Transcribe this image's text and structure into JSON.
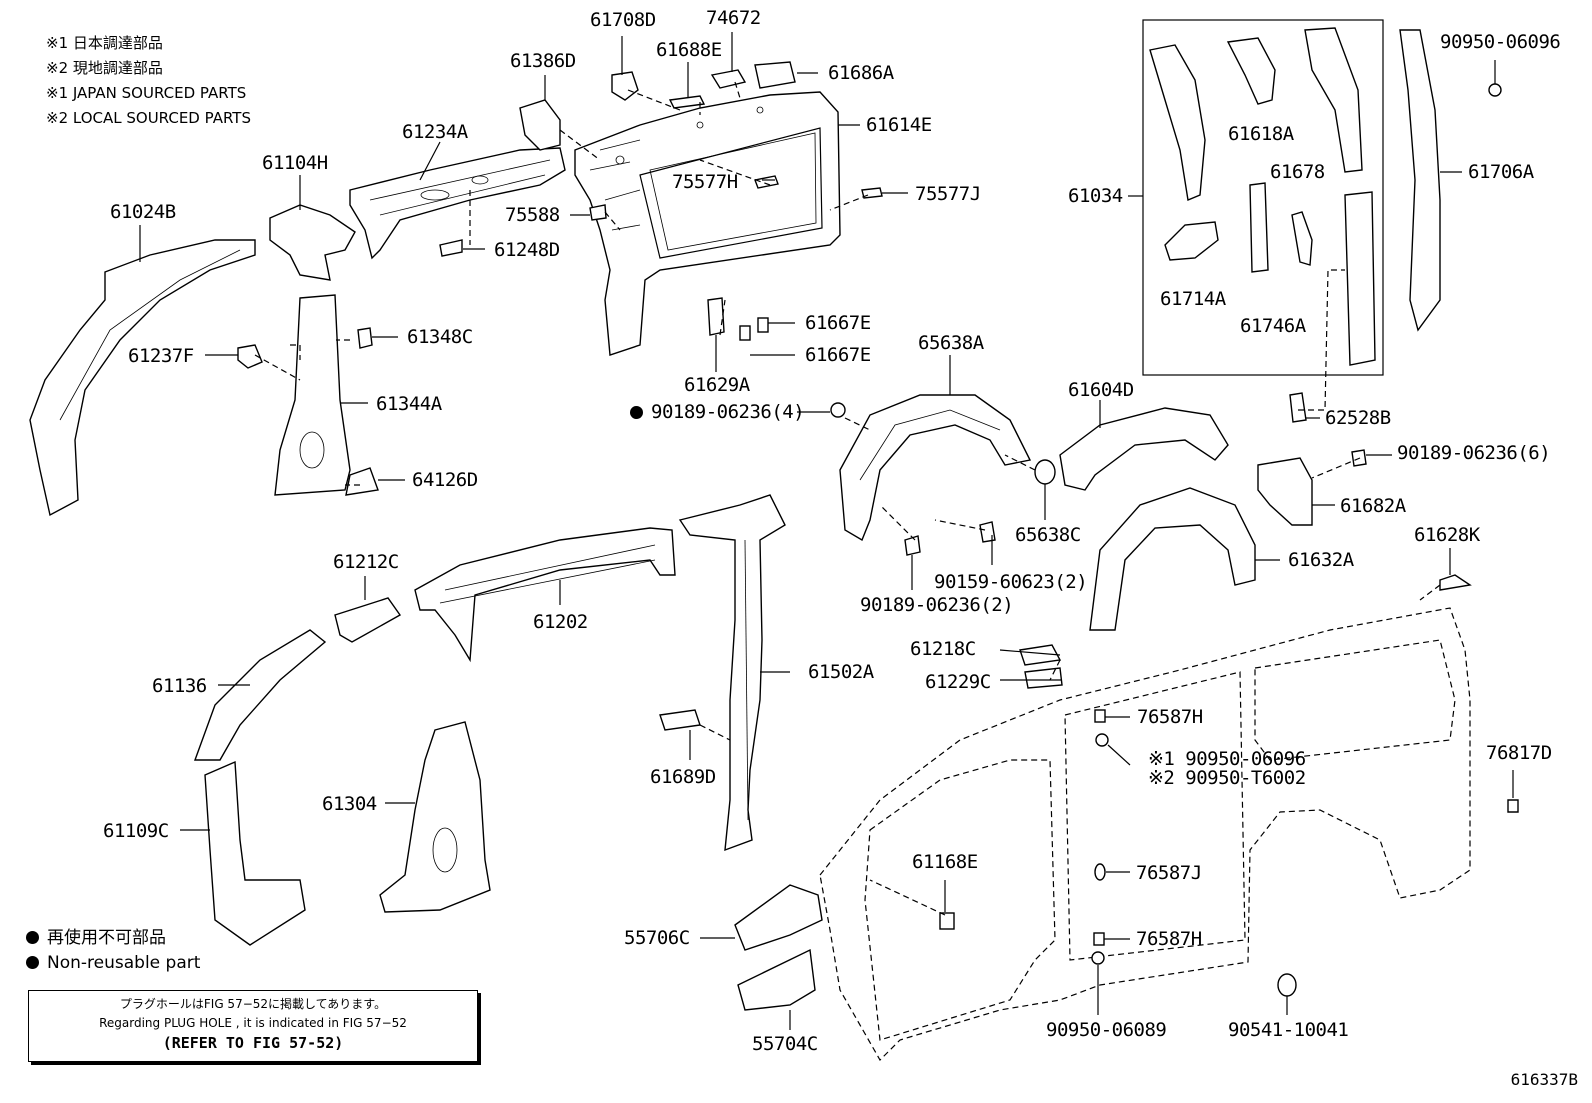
{
  "notes": {
    "jp1": "※1  日本調達部品",
    "jp2": "※2  現地調達部品",
    "en1": "※1  JAPAN SOURCED PARTS",
    "en2": "※2  LOCAL SOURCED PARTS"
  },
  "legend": {
    "jp": "再使用不可部品",
    "en": "Non-reusable part"
  },
  "plug_note": {
    "line1": "プラグホールはFIG 57−52に掲載してあります。",
    "line2": "Regarding  PLUG  HOLE , it is indicated in FIG  57−52",
    "line3": "(REFER TO FIG 57-52)"
  },
  "figure_number": "616337B",
  "parts": {
    "p61708D": "61708D",
    "p74672": "74672",
    "p61688E": "61688E",
    "p61686A": "61686A",
    "p61386D": "61386D",
    "p61614E": "61614E",
    "p61234A": "61234A",
    "p61104H": "61104H",
    "p61024B": "61024B",
    "p75577H": "75577H",
    "p75577J": "75577J",
    "p75588": "75588",
    "p61248D": "61248D",
    "p61348C": "61348C",
    "p61237F": "61237F",
    "p61344A": "61344A",
    "p64126D": "64126D",
    "p61667E_1": "61667E",
    "p61667E_2": "61667E",
    "p61629A": "61629A",
    "p90189_4": "90189-06236(4)",
    "p65638A": "65638A",
    "p61604D": "61604D",
    "p65638C": "65638C",
    "p90159": "90159-60623(2)",
    "p90189_2": "90189-06236(2)",
    "p61632A": "61632A",
    "p61034": "61034",
    "p61618A": "61618A",
    "p61678": "61678",
    "p61714A": "61714A",
    "p61746A": "61746A",
    "p90950_06096_top": "90950-06096",
    "p61706A": "61706A",
    "p62528B": "62528B",
    "p90189_6": "90189-06236(6)",
    "p61682A": "61682A",
    "p61628K": "61628K",
    "p61212C": "61212C",
    "p61202": "61202",
    "p61136": "61136",
    "p61502A": "61502A",
    "p61218C": "61218C",
    "p61229C": "61229C",
    "p76587H_1": "76587H",
    "p90950_06096_mid": "※1 90950-06096",
    "p90950_T6002": "※2 90950-T6002",
    "p61689D": "61689D",
    "p61304": "61304",
    "p61109C": "61109C",
    "p61168E": "61168E",
    "p76587J": "76587J",
    "p76587H_2": "76587H",
    "p76817D": "76817D",
    "p55706C": "55706C",
    "p55704C": "55704C",
    "p90950_06089": "90950-06089",
    "p90541": "90541-10041"
  }
}
